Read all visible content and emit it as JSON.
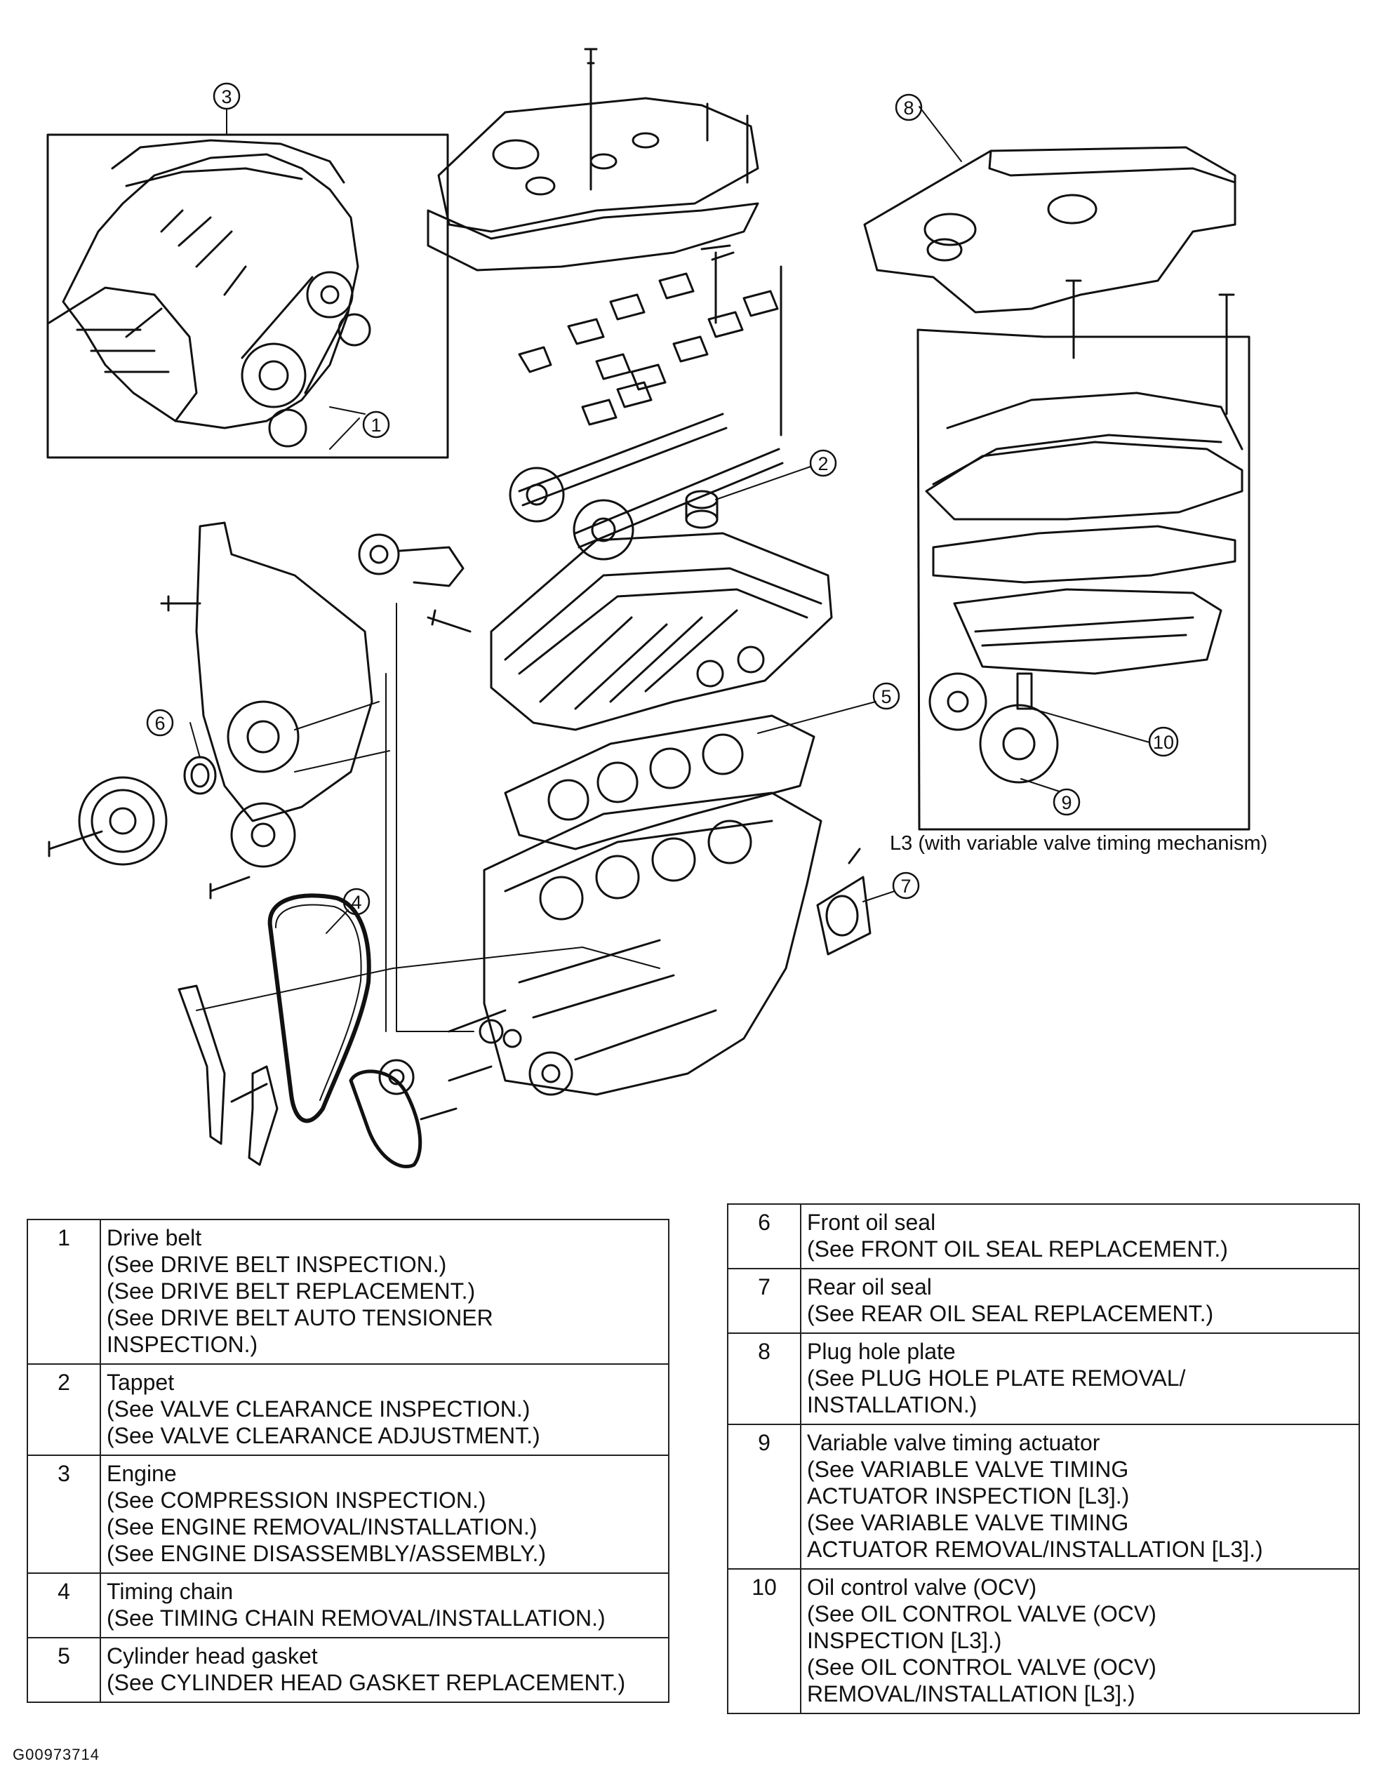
{
  "callouts": [
    "1",
    "2",
    "3",
    "4",
    "5",
    "6",
    "7",
    "8",
    "9",
    "10"
  ],
  "inset_caption": "L3 (with variable valve timing mechanism)",
  "parts_table_left": [
    {
      "num": "1",
      "lines": [
        "Drive belt",
        "(See DRIVE BELT INSPECTION.)",
        "(See DRIVE BELT REPLACEMENT.)",
        "(See DRIVE BELT AUTO TENSIONER",
        "INSPECTION.)"
      ]
    },
    {
      "num": "2",
      "lines": [
        "Tappet",
        "(See  VALVE CLEARANCE INSPECTION.)",
        "(See  VALVE CLEARANCE ADJUSTMENT.)"
      ]
    },
    {
      "num": "3",
      "lines": [
        "Engine",
        "(See COMPRESSION INSPECTION.)",
        "(See ENGINE REMOVAL/INSTALLATION.)",
        "(See ENGINE DISASSEMBLY/ASSEMBLY.)"
      ]
    },
    {
      "num": "4",
      "lines": [
        "Timing chain",
        "(See TIMING CHAIN REMOVAL/INSTALLATION.)"
      ]
    },
    {
      "num": "5",
      "lines": [
        "Cylinder head gasket",
        "(See CYLINDER HEAD GASKET REPLACEMENT.)"
      ]
    }
  ],
  "parts_table_right": [
    {
      "num": "6",
      "lines": [
        "Front oil seal",
        "(See FRONT OIL SEAL REPLACEMENT.)"
      ]
    },
    {
      "num": "7",
      "lines": [
        "Rear oil seal",
        "(See REAR OIL SEAL REPLACEMENT.)"
      ]
    },
    {
      "num": "8",
      "lines": [
        "Plug hole plate",
        "(See PLUG HOLE PLATE REMOVAL/",
        "INSTALLATION.)"
      ]
    },
    {
      "num": "9",
      "lines": [
        "Variable valve timing actuator",
        "(See VARIABLE VALVE TIMING",
        "ACTUATOR INSPECTION [L3].)",
        "(See VARIABLE VALVE TIMING",
        "ACTUATOR REMOVAL/INSTALLATION [L3].)"
      ]
    },
    {
      "num": "10",
      "lines": [
        "Oil control valve (OCV)",
        "(See OIL CONTROL VALVE (OCV)",
        "INSPECTION [L3].)",
        "(See OIL CONTROL VALVE (OCV)",
        "REMOVAL/INSTALLATION [L3].)"
      ]
    }
  ],
  "figure_id": "G00973714"
}
